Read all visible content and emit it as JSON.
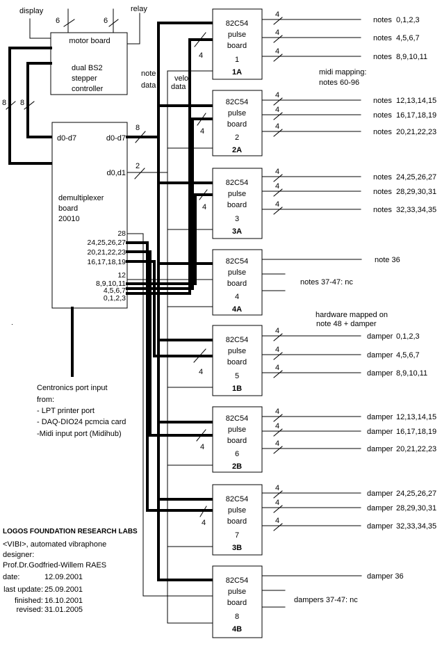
{
  "motor_board": {
    "title": "motor board",
    "description": [
      "dual BS2",
      "stepper",
      "controller"
    ]
  },
  "motor_io": {
    "display": "display",
    "relay": "relay",
    "bus_widths": [
      "6",
      "6"
    ]
  },
  "left_bus_widths": [
    "8",
    "8"
  ],
  "demux": {
    "in_port": "d0-d7",
    "out_port": "d0-d7",
    "out_port_2": "d0,d1",
    "name": [
      "demultiplexer",
      "board",
      "20010"
    ],
    "bus_width_data": "8",
    "bus_width_velo": "2",
    "outputs": [
      "28",
      "24,25,26,27",
      "20,21,22,23",
      "16,17,18,19",
      "12",
      "8,9,10,11",
      "4,5,6,7",
      "0,1,2,3"
    ]
  },
  "buses": {
    "note_data": [
      "note",
      "data"
    ],
    "velo_data": [
      "velo",
      "data"
    ]
  },
  "boards": [
    {
      "chip": "82C54",
      "type": [
        "pulse",
        "board"
      ],
      "number": "1",
      "id": "1A",
      "input_width": "4",
      "outputs": [
        {
          "width": "4",
          "label": "notes",
          "value": "0,1,2,3"
        },
        {
          "width": "4",
          "label": "notes",
          "value": "4,5,6,7"
        },
        {
          "width": "4",
          "label": "notes",
          "value": "8,9,10,11"
        }
      ]
    },
    {
      "chip": "82C54",
      "type": [
        "pulse",
        "board"
      ],
      "number": "2",
      "id": "2A",
      "input_width": "4",
      "outputs": [
        {
          "width": "4",
          "label": "notes",
          "value": "12,13,14,15"
        },
        {
          "width": "4",
          "label": "notes",
          "value": "16,17,18,19"
        },
        {
          "width": "4",
          "label": "notes",
          "value": "20,21,22,23"
        }
      ]
    },
    {
      "chip": "82C54",
      "type": [
        "pulse",
        "board"
      ],
      "number": "3",
      "id": "3A",
      "input_width": "4",
      "outputs": [
        {
          "width": "4",
          "label": "notes",
          "value": "24,25,26,27"
        },
        {
          "width": "4",
          "label": "notes",
          "value": "28,29,30,31"
        },
        {
          "width": "4",
          "label": "notes",
          "value": "32,33,34,35"
        }
      ]
    },
    {
      "chip": "82C54",
      "type": [
        "pulse",
        "board"
      ],
      "number": "4",
      "id": "4A",
      "input_width": "",
      "outputs": [
        {
          "width": "",
          "label": "note 36",
          "value": ""
        }
      ],
      "nc_note": "notes 37-47: nc"
    },
    {
      "chip": "82C54",
      "type": [
        "pulse",
        "board"
      ],
      "number": "5",
      "id": "1B",
      "input_width": "4",
      "outputs": [
        {
          "width": "4",
          "label": "damper",
          "value": "0,1,2,3"
        },
        {
          "width": "4",
          "label": "damper",
          "value": "4,5,6,7"
        },
        {
          "width": "4",
          "label": "damper",
          "value": "8,9,10,11"
        }
      ]
    },
    {
      "chip": "82C54",
      "type": [
        "pulse",
        "board"
      ],
      "number": "6",
      "id": "2B",
      "input_width": "4",
      "outputs": [
        {
          "width": "4",
          "label": "damper",
          "value": "12,13,14,15"
        },
        {
          "width": "4",
          "label": "damper",
          "value": "16,17,18,19"
        },
        {
          "width": "4",
          "label": "damper",
          "value": "20,21,22,23"
        }
      ]
    },
    {
      "chip": "82C54",
      "type": [
        "pulse",
        "board"
      ],
      "number": "7",
      "id": "3B",
      "input_width": "4",
      "outputs": [
        {
          "width": "4",
          "label": "damper",
          "value": "24,25,26,27"
        },
        {
          "width": "4",
          "label": "damper",
          "value": "28,29,30,31"
        },
        {
          "width": "4",
          "label": "damper",
          "value": "32,33,34,35"
        }
      ]
    },
    {
      "chip": "82C54",
      "type": [
        "pulse",
        "board"
      ],
      "number": "8",
      "id": "4B",
      "input_width": "",
      "outputs": [
        {
          "width": "",
          "label": "damper 36",
          "value": ""
        }
      ],
      "nc_note": "dampers 37-47: nc"
    }
  ],
  "annotations": {
    "midi_mapping": [
      "midi mapping:",
      "notes 60-96"
    ],
    "hardware_mapped": [
      "hardware mapped on",
      "note 48 + damper"
    ]
  },
  "centronics": [
    "Centronics port input",
    "from:",
    "- LPT printer port",
    "- DAQ-DIO24 pcmcia card",
    "-Midi input port (Midihub)"
  ],
  "credits": {
    "organization": "LOGOS FOUNDATION RESEARCH LABS",
    "project": "<VIBI>, automated vibraphone",
    "designer_label": "designer:",
    "designer": "Prof.Dr.Godfried-Willem RAES",
    "dates": [
      {
        "label": "date:",
        "value": "12.09.2001"
      },
      {
        "label": "last update:",
        "value": "25.09.2001"
      },
      {
        "label": "finished:",
        "value": "16.10.2001"
      },
      {
        "label": "revised:",
        "value": "31.01.2005"
      }
    ]
  }
}
